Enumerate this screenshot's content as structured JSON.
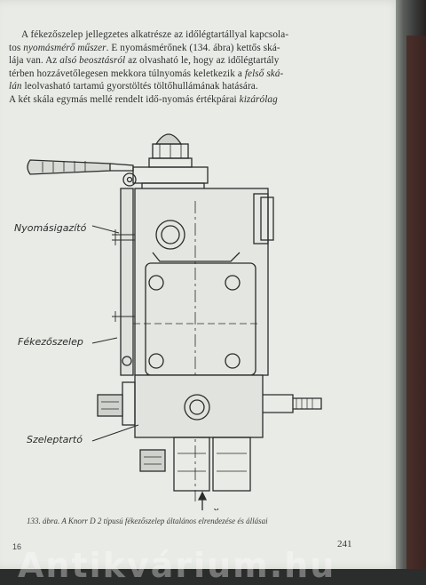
{
  "paragraph": {
    "line1": "A fékezőszelep jellegzetes alkatrésze az időlégtartállyal kapcsola-",
    "line2_pre": "tos ",
    "line2_em": "nyomásmérő műszer",
    "line2_post": ". E nyomásmérőnek (134. ábra) kettős ská-",
    "line3_pre": "lája van. Az ",
    "line3_em": "alsó beosztásról",
    "line3_post": " az olvasható le, hogy az időlégtartály",
    "line4_pre": "térben hozzávetőlegesen mekkora túlnyomás keletkezik a ",
    "line4_em": "felső ská-",
    "line5_em": "lán",
    "line5_post": " leolvasható tartamú gyorstöltés töltőhullámának hatására.",
    "line6_pre": "A két skála egymás mellé rendelt idő-nyomás értékpárai ",
    "line6_em": "kizárólag"
  },
  "figure": {
    "labels": {
      "pressure_adjuster": "Nyomásigazító",
      "brake_valve": "Fékezőszelep",
      "valve_holder": "Szeleptartó",
      "axis_x": "x"
    }
  },
  "caption": "133. ábra. A Knorr D 2 típusú fékezőszelep általános elrendezése és állásai",
  "footer": {
    "left_mark": "16",
    "page_number": "241",
    "watermark": "Antikvárium.hu"
  }
}
